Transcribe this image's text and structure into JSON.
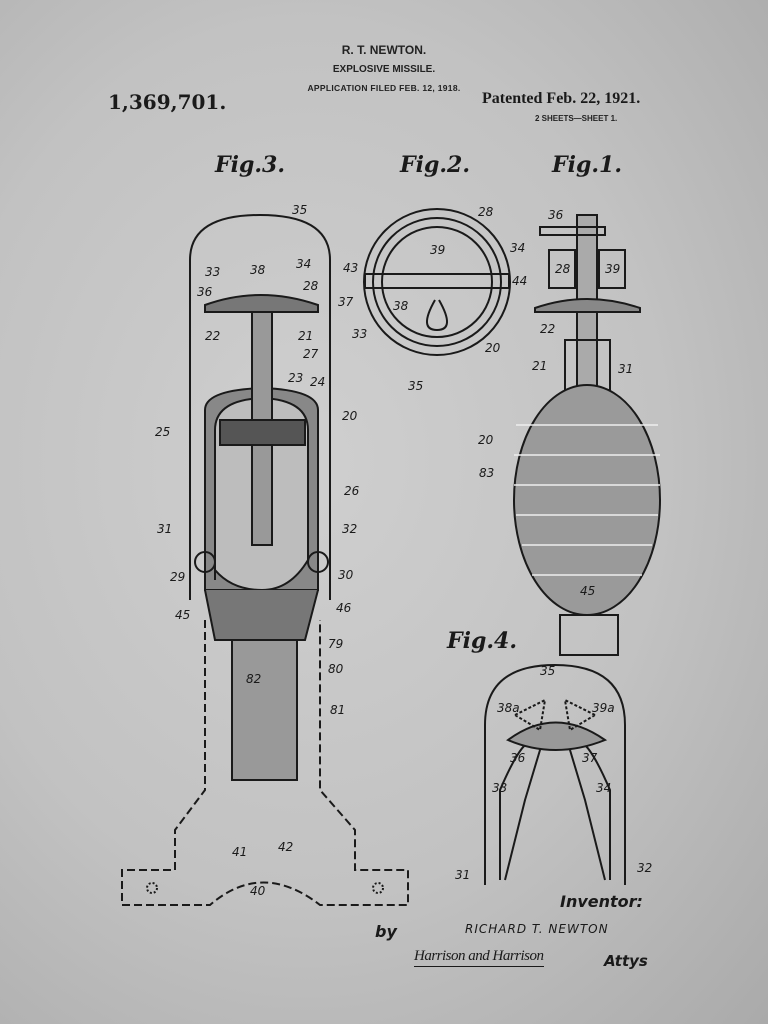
{
  "header": {
    "inventor_name": "R. T. NEWTON.",
    "title": "EXPLOSIVE MISSILE.",
    "filed": "APPLICATION FILED FEB. 12, 1918.",
    "patent_number": "1,369,701.",
    "patented": "Patented Feb. 22, 1921.",
    "sheets": "2 SHEETS—SHEET 1."
  },
  "figures": {
    "fig1": "Fig.1.",
    "fig2": "Fig.2.",
    "fig3": "Fig.3.",
    "fig4": "Fig.4."
  },
  "refs": {
    "fig3": [
      "35",
      "33",
      "38",
      "34",
      "36",
      "28",
      "37",
      "22",
      "21",
      "27",
      "23",
      "24",
      "20",
      "25",
      "26",
      "31",
      "32",
      "29",
      "30",
      "45",
      "46",
      "79",
      "80",
      "82",
      "81",
      "41",
      "42",
      "40"
    ],
    "fig2": [
      "28",
      "39",
      "34",
      "43",
      "44",
      "38",
      "33",
      "20",
      "35"
    ],
    "fig1": [
      "36",
      "28",
      "39",
      "22",
      "21",
      "31",
      "20",
      "83",
      "45"
    ],
    "fig4": [
      "35",
      "38a",
      "39a",
      "36",
      "37",
      "33",
      "34",
      "31",
      "32"
    ]
  },
  "footer": {
    "inventor_label": "Inventor:",
    "by": "by",
    "inventor_signature": "RICHARD T. NEWTON",
    "attorney_signature": "Harrison and Harrison",
    "attys": "Attys"
  }
}
